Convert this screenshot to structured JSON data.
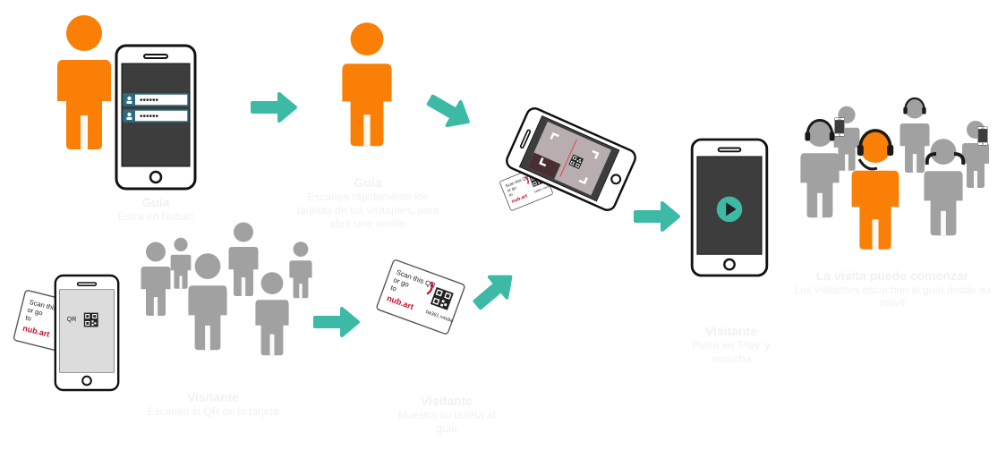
{
  "colors": {
    "guide": "#f97f07",
    "visitor": "#a1a1a1",
    "arrow": "#3dbaa6",
    "screen": "#3d3d3d",
    "login": "#2d6b80",
    "caption": "#f1f1f1",
    "brand": "#c8102e"
  },
  "steps": {
    "guide_login": {
      "title": "Guía",
      "text": "Entra en Nubart"
    },
    "guide_scan": {
      "title": "Guía",
      "text": "Escanea rápidamente los tarjetas de los visitantes, para abrir una sesión"
    },
    "visitor_scan": {
      "title": "Visitante",
      "text": "Escanea el QR de la tarjeta"
    },
    "visitor_give": {
      "title": "Visitante",
      "text": "Muestra su tarjeta al guía"
    },
    "visitor_play": {
      "title": "Visitante",
      "text": "Pulsa en 'Play' y escucha"
    },
    "start": {
      "title": "La visita puede comenzar",
      "text": "Los visitantes escuchan al guía desde su móvil"
    }
  },
  "login": {
    "password1": "••••••",
    "password2": "••••••"
  },
  "card": {
    "line1": "Scan this QR",
    "line2": "or go",
    "line3": "to",
    "brand": "nub.art",
    "code": "ba361 n4x9a"
  },
  "icons": [
    "person-icon",
    "smartphone-icon",
    "arrow-right-icon",
    "user-icon",
    "lock-icon",
    "qr-code-icon",
    "play-icon",
    "headphones-icon",
    "qr-card-icon"
  ]
}
